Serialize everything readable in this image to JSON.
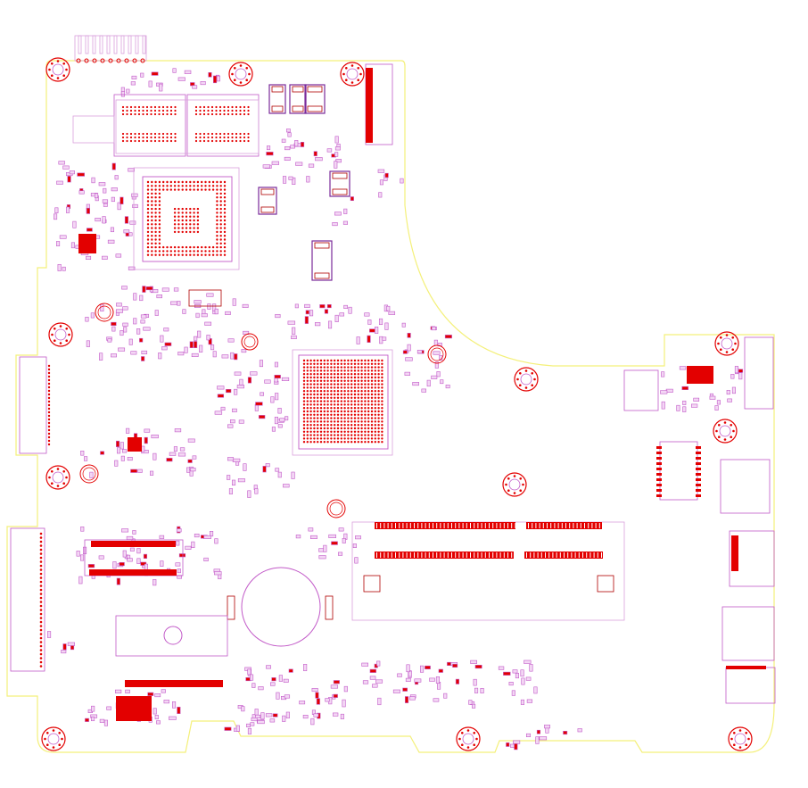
{
  "colors": {
    "background": "#ffffff",
    "board_outline": "#f4f07a",
    "silkscreen": "#c25ac8",
    "pad": "#e30000",
    "pad_outline": "#b00000",
    "keepout": "#7a2a9a",
    "light_outline": "#d9a0dc"
  },
  "layers": [
    "board-outline",
    "silkscreen",
    "copper-pads",
    "mounting-holes"
  ]
}
